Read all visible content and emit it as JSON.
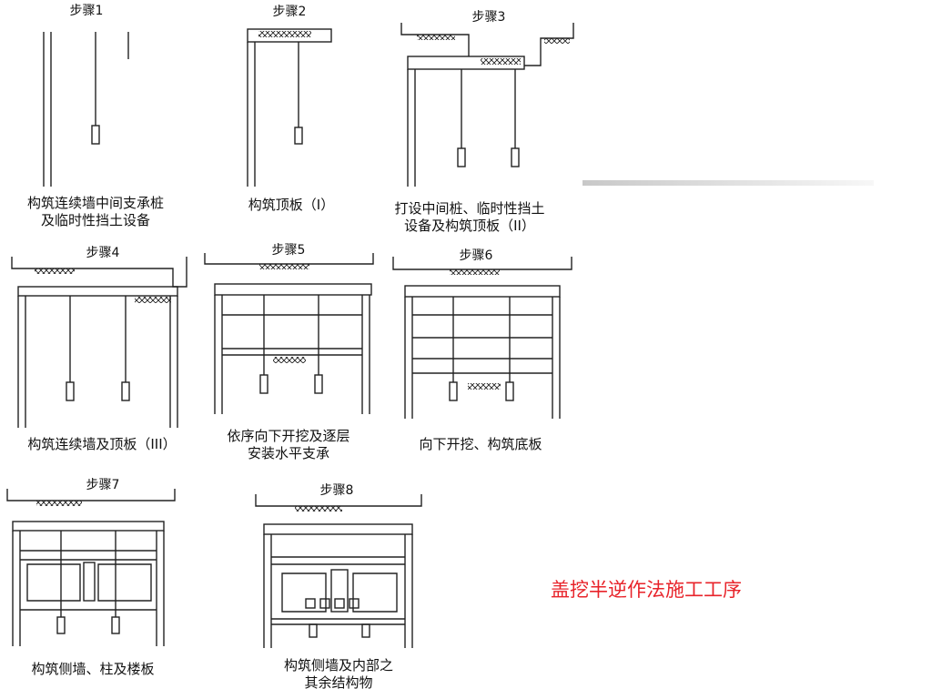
{
  "title": "盖挖半逆作法施工工序",
  "title_color": "#e8232a",
  "steps": [
    {
      "name": "步骤1",
      "caption": [
        "构筑连续墙中间支承桩",
        "及临时性挡土设备"
      ]
    },
    {
      "name": "步骤2",
      "caption": [
        "构筑顶板（I）"
      ]
    },
    {
      "name": "步骤3",
      "caption": [
        "打设中间桩、临时性挡土",
        "设备及构筑顶板（II）"
      ]
    },
    {
      "name": "步骤4",
      "caption": [
        "构筑连续墙及顶板（III）"
      ]
    },
    {
      "name": "步骤5",
      "caption": [
        "依序向下开挖及逐层",
        "安装水平支承"
      ]
    },
    {
      "name": "步骤6",
      "caption": [
        "向下开挖、构筑底板"
      ]
    },
    {
      "name": "步骤7",
      "caption": [
        "构筑侧墙、柱及楼板"
      ]
    },
    {
      "name": "步骤8",
      "caption": [
        "构筑侧墙及内部之",
        "其余结构物"
      ]
    }
  ]
}
